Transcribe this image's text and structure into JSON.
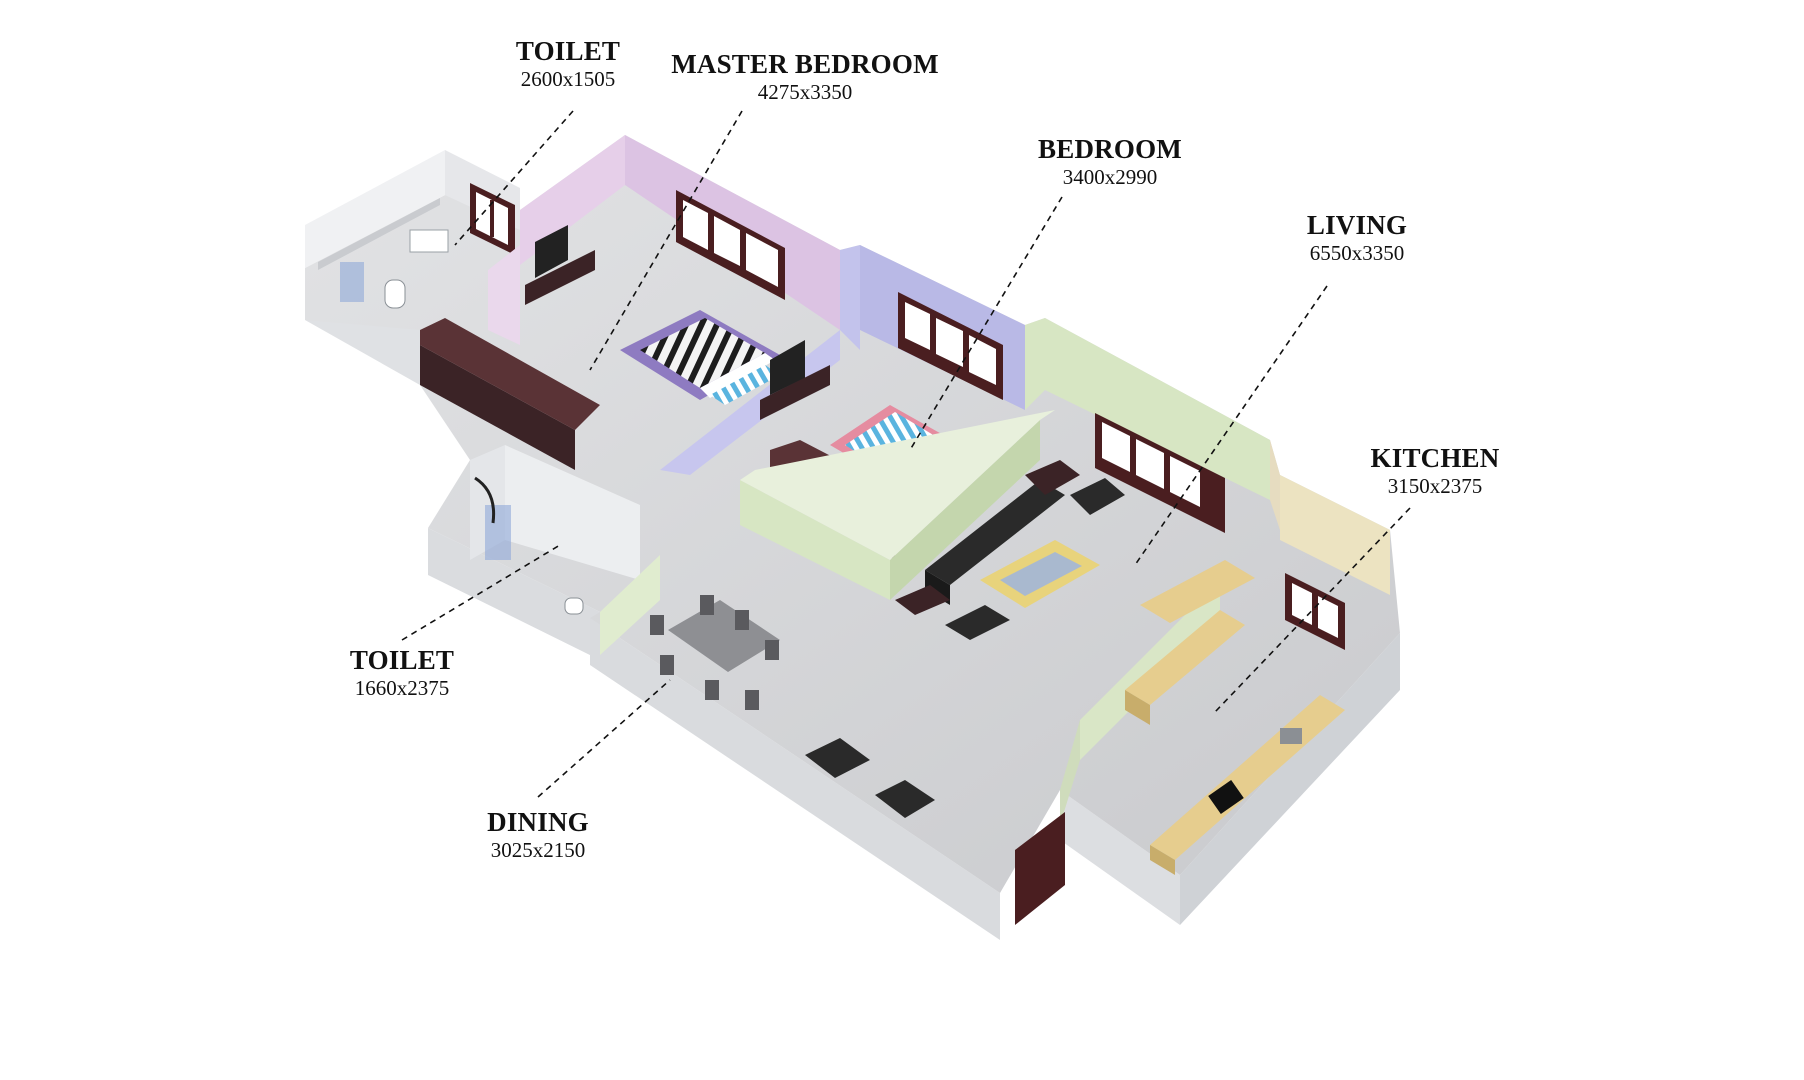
{
  "rooms": [
    {
      "id": "toilet-1",
      "name": "TOILET",
      "dimensions": "2600x1505"
    },
    {
      "id": "master-bedroom",
      "name": "MASTER BEDROOM",
      "dimensions": "4275x3350"
    },
    {
      "id": "bedroom",
      "name": "BEDROOM",
      "dimensions": "3400x2990"
    },
    {
      "id": "living",
      "name": "LIVING",
      "dimensions": "6550x3350"
    },
    {
      "id": "kitchen",
      "name": "KITCHEN",
      "dimensions": "3150x2375"
    },
    {
      "id": "toilet-2",
      "name": "TOILET",
      "dimensions": "1660x2375"
    },
    {
      "id": "dining",
      "name": "DINING",
      "dimensions": "3025x2150"
    }
  ],
  "colors": {
    "master_bedroom_wall": "#dcc3e3",
    "bedroom_wall": "#b9b9e6",
    "living_wall": "#d7e6c3",
    "kitchen_wall": "#ece3c1",
    "floor": "#d3d4d6",
    "outer_wall": "#e9ebee",
    "furniture_dark": "#3b2326",
    "sofa": "#2a2a2a",
    "counter": "#e6cd8e",
    "window_frame": "#4a1e20"
  },
  "icons": [
    "bed-icon",
    "sofa-icon",
    "dining-table-icon",
    "window-icon",
    "door-icon",
    "wc-icon",
    "washbasin-icon",
    "tv-icon",
    "counter-icon"
  ]
}
